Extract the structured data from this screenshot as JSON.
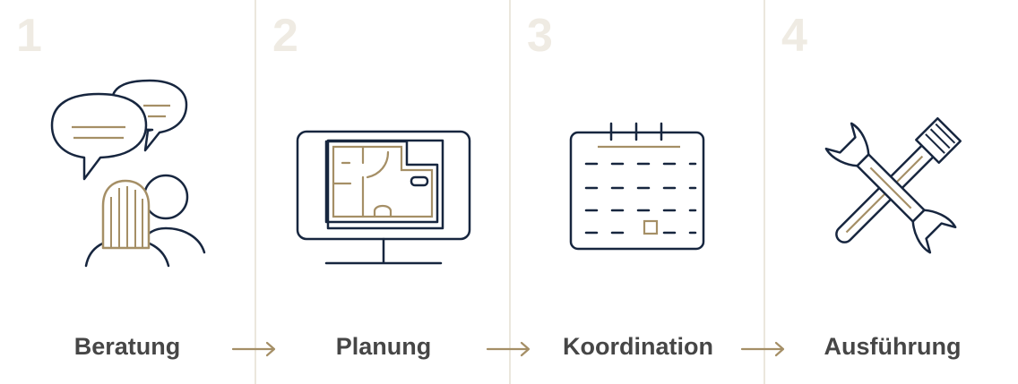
{
  "colors": {
    "navy": "#17263f",
    "gold": "#a58f66",
    "divider": "#ebe7dd",
    "number": "#efebe3",
    "label": "#464646"
  },
  "steps": [
    {
      "number": "1",
      "label": "Beratung",
      "icon": "chat-people-icon"
    },
    {
      "number": "2",
      "label": "Planung",
      "icon": "monitor-floorplan-icon"
    },
    {
      "number": "3",
      "label": "Koordination",
      "icon": "calendar-icon"
    },
    {
      "number": "4",
      "label": "Ausführung",
      "icon": "wrench-tools-icon"
    }
  ]
}
